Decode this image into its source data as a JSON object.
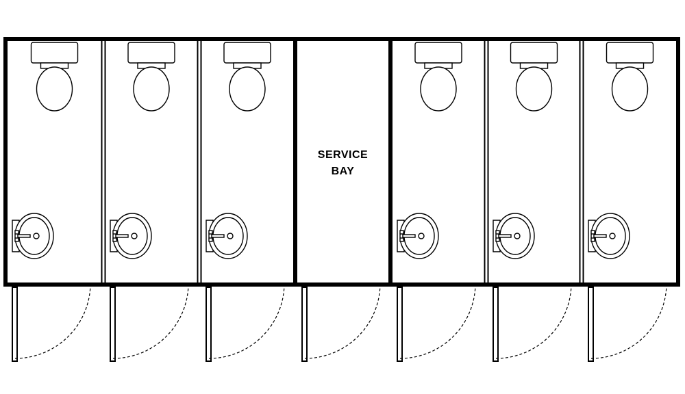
{
  "plan": {
    "units": [
      {
        "kind": "restroom"
      },
      {
        "kind": "restroom"
      },
      {
        "kind": "restroom"
      },
      {
        "kind": "service",
        "label_lines": [
          "SERVICE",
          "BAY"
        ]
      },
      {
        "kind": "restroom"
      },
      {
        "kind": "restroom"
      },
      {
        "kind": "restroom"
      }
    ],
    "colors": {
      "line": "#000000",
      "background": "#ffffff"
    },
    "icons": {
      "toilet": "toilet-icon",
      "sink": "sink-icon",
      "door": "door-leaf",
      "swing": "door-swing-arc"
    }
  }
}
